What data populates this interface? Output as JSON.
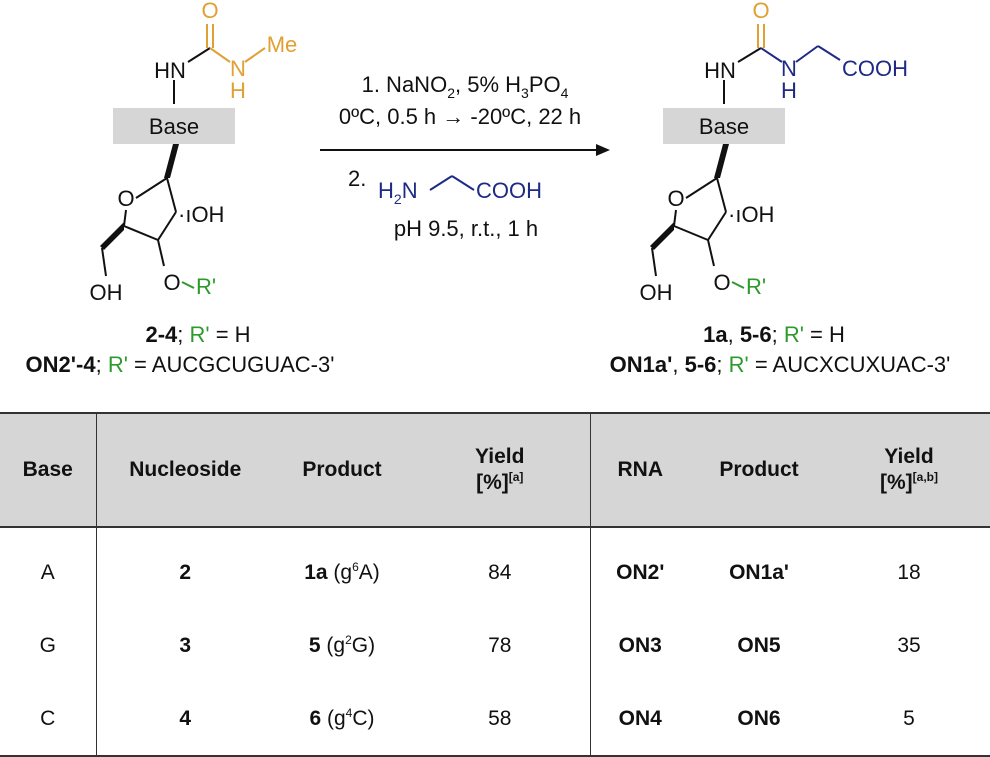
{
  "reactant": {
    "carbonyl_o": "O",
    "hn": "HN",
    "n": "N",
    "nh_h": "H",
    "me": "Me",
    "base": "Base",
    "o_ring": "O",
    "oh2": "·ıOH",
    "o3": "O",
    "r": "R'",
    "oh5": "OH",
    "caption1": {
      "num": "2-4",
      "sep": "; ",
      "r": "R'",
      "rest": " = H"
    },
    "caption2": {
      "num": "ON2'-4",
      "sep": "; ",
      "r": "R'",
      "rest": " = AUCGCUGUAC-3'"
    }
  },
  "conditions": {
    "step1_line1": {
      "pre": "1. NaNO",
      "sub1": "2",
      "mid": ", 5% H",
      "sub2": "3",
      "post": "PO",
      "sub3": "4"
    },
    "step1_line2": "0ºC, 0.5 h → -20ºC, 22 h",
    "step2_num": "2.",
    "glycine": {
      "h": "H",
      "sub": "2",
      "n": "N",
      "cooh": "COOH"
    },
    "step2_line2": "pH 9.5, r.t., 1 h"
  },
  "product": {
    "carbonyl_o": "O",
    "hn": "HN",
    "n": "N",
    "nh_h": "H",
    "cooh": "COOH",
    "base": "Base",
    "o_ring": "O",
    "oh2": "·ıOH",
    "o3": "O",
    "r": "R'",
    "oh5": "OH",
    "caption1": {
      "a": "1a",
      "comma": ", ",
      "b": "5-6",
      "sep": "; ",
      "r": "R'",
      "rest": " = H"
    },
    "caption2": {
      "a": "ON1a'",
      "comma": ", ",
      "b": "5-6",
      "sep": "; ",
      "r": "R'",
      "rest": " = AUCXCUXUAC-3'"
    }
  },
  "table": {
    "headers": {
      "base": "Base",
      "nucleoside": "Nucleoside",
      "product": "Product",
      "yield1": "Yield",
      "yield1_unit": "[%]",
      "yield1_note": "[a]",
      "rna": "RNA",
      "product2": "Product",
      "yield2": "Yield",
      "yield2_unit": "[%]",
      "yield2_note": "[a,b]"
    },
    "rows": [
      {
        "base": "A",
        "nucleoside": "2",
        "prod_id": "1a",
        "prod_pre": " (g",
        "prod_sup": "6",
        "prod_post": "A)",
        "yield": "84",
        "rna": "ON2'",
        "rna_product": "ON1a'",
        "rna_yield": "18"
      },
      {
        "base": "G",
        "nucleoside": "3",
        "prod_id": "5",
        "prod_pre": " (g",
        "prod_sup": "2",
        "prod_post": "G)",
        "yield": "78",
        "rna": "ON3",
        "rna_product": "ON5",
        "rna_yield": "35"
      },
      {
        "base": "C",
        "nucleoside": "4",
        "prod_id": "6",
        "prod_pre": " (g",
        "prod_sup": "4",
        "prod_post": "C)",
        "yield": "58",
        "rna": "ON4",
        "rna_product": "ON6",
        "rna_yield": "5"
      }
    ]
  }
}
